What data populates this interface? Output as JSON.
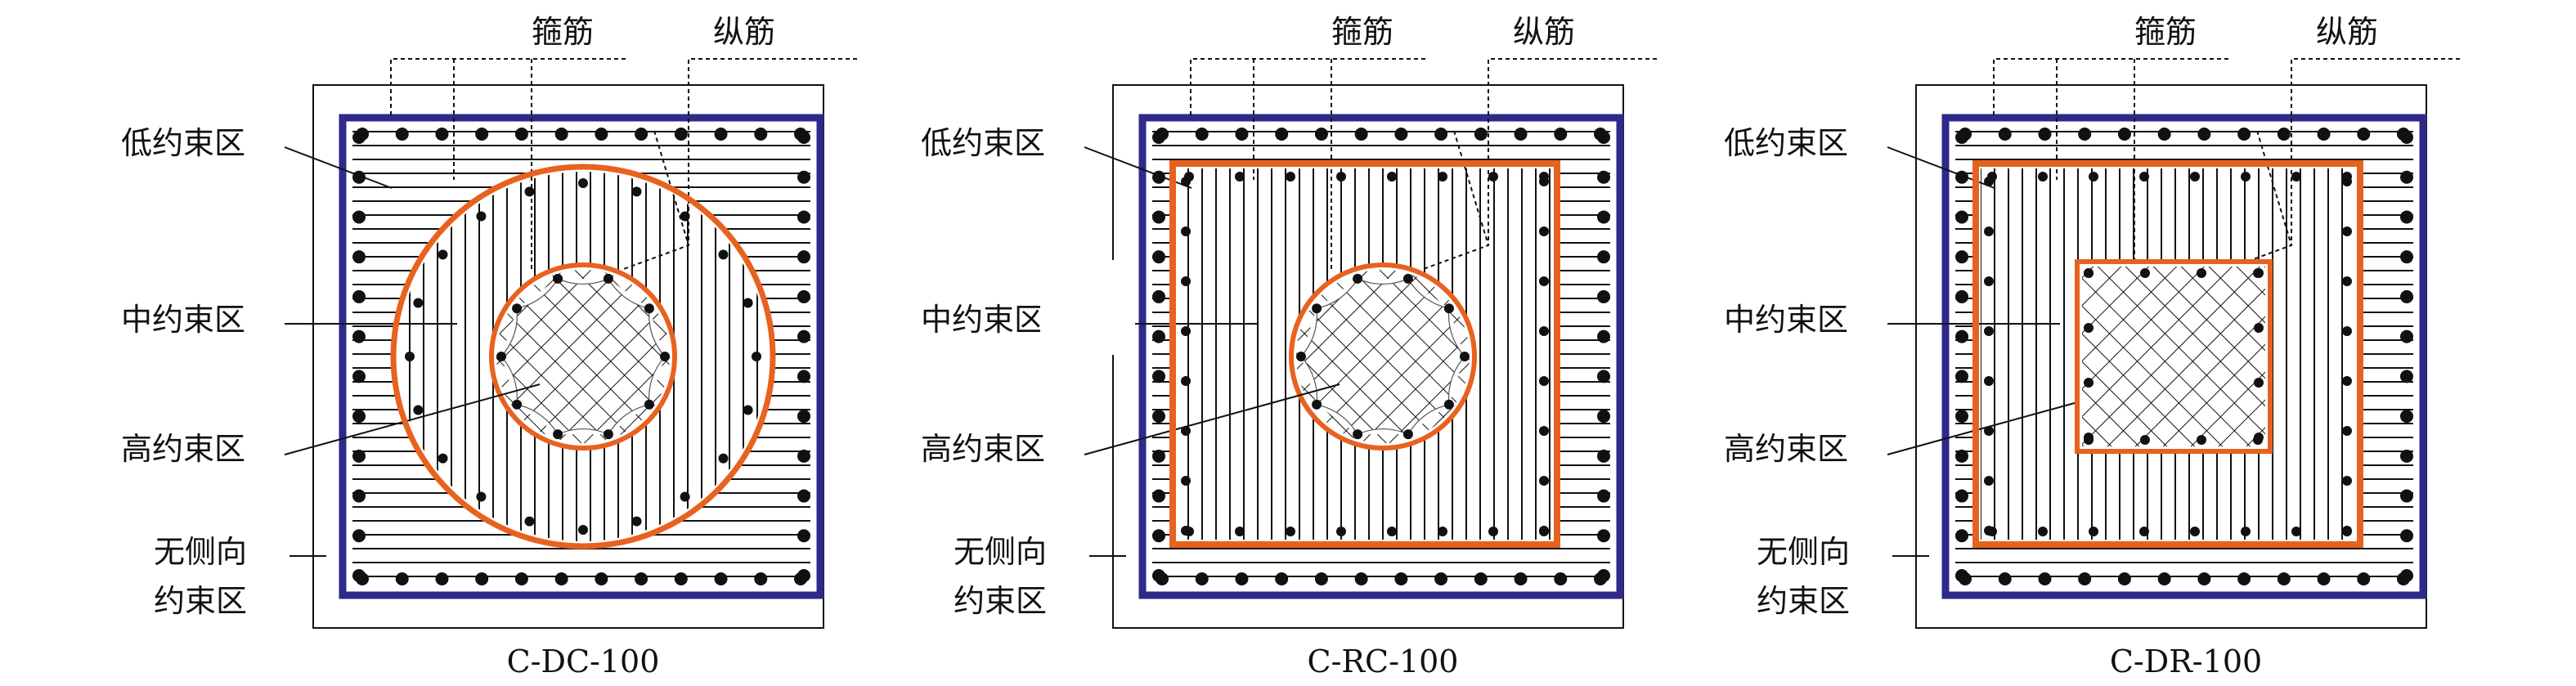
{
  "panels": [
    {
      "caption": "C-DC-100",
      "mid_shape": "circle",
      "core_shape": "circle",
      "labels": {
        "stirrup": "箍筋",
        "longitudinal": "纵筋",
        "low": "低约束区",
        "mid": "中约束区",
        "high": "高约束区",
        "none_line1": "无侧向",
        "none_line2": "约束区"
      }
    },
    {
      "caption": "C-RC-100",
      "mid_shape": "square",
      "core_shape": "circle",
      "labels": {
        "stirrup": "箍筋",
        "longitudinal": "纵筋",
        "low": "低约束区",
        "mid": "中约束区",
        "high": "高约束区",
        "none_line1": "无侧向",
        "none_line2": "约束区"
      }
    },
    {
      "caption": "C-DR-100",
      "mid_shape": "square",
      "core_shape": "square",
      "labels": {
        "stirrup": "箍筋",
        "longitudinal": "纵筋",
        "low": "低约束区",
        "mid": "中约束区",
        "high": "高约束区",
        "none_line1": "无侧向",
        "none_line2": "约束区"
      }
    }
  ],
  "colors": {
    "outer_stirrup": "#2e2a8a",
    "inner_stirrup": "#e8621f",
    "line": "#111111"
  }
}
